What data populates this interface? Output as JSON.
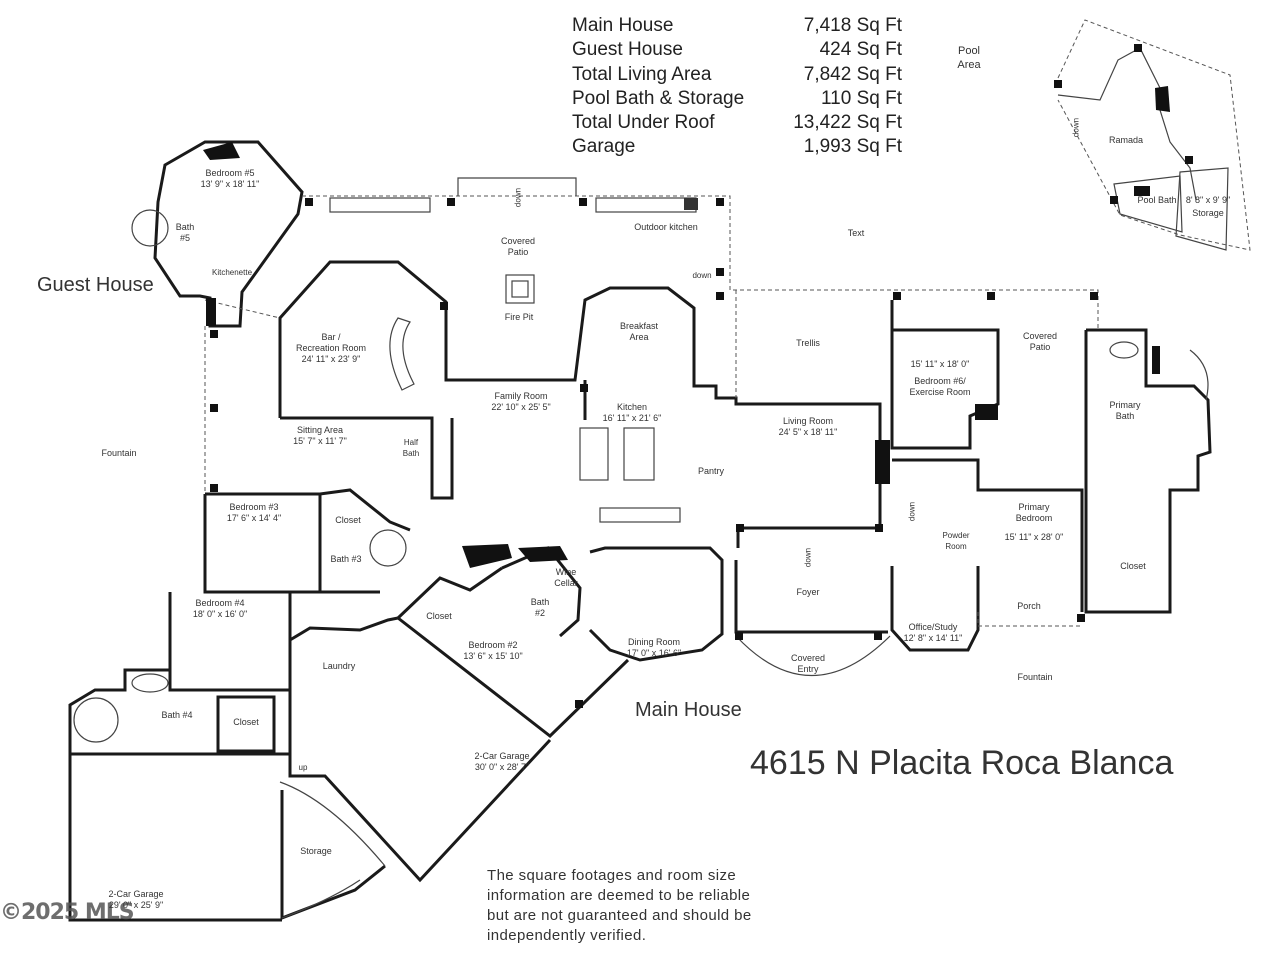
{
  "summary": [
    {
      "label": "Main House",
      "value": "7,418 Sq Ft"
    },
    {
      "label": "Guest House",
      "value": "424 Sq Ft"
    },
    {
      "label": "Total Living Area",
      "value": "7,842 Sq Ft"
    },
    {
      "label": "Pool Bath & Storage",
      "value": "110 Sq Ft"
    },
    {
      "label": "Total Under Roof",
      "value": "13,422 Sq Ft"
    },
    {
      "label": "Garage",
      "value": "1,993 Sq Ft"
    }
  ],
  "address": "4615 N Placita Roca Blanca",
  "sections": {
    "guest_house": "Guest House",
    "main_house": "Main House"
  },
  "disclaimer": "The square footages and room size information are deemed to be reliable but are not guaranteed and should be independently verified.",
  "watermark": "©2025 MLS",
  "rooms": {
    "bedroom5": {
      "name": "Bedroom #5",
      "dim": "13' 9\" x 18' 11\""
    },
    "bath5": {
      "name": "Bath",
      "name2": "#5"
    },
    "kitchenette": {
      "name": "Kitchenette"
    },
    "bar": {
      "name": "Bar /",
      "name2": "Recreation Room",
      "dim": "24' 11\" x 23' 9\""
    },
    "family": {
      "name": "Family Room",
      "dim": "22' 10\" x 25' 5\""
    },
    "covered_patio": {
      "name": "Covered",
      "name2": "Patio"
    },
    "fire_pit": {
      "name": "Fire Pit"
    },
    "outdoor_kitchen": {
      "name": "Outdoor kitchen"
    },
    "breakfast": {
      "name": "Breakfast",
      "name2": "Area"
    },
    "kitchen": {
      "name": "Kitchen",
      "dim": "16' 11\" x 21' 6\""
    },
    "pantry": {
      "name": "Pantry"
    },
    "trellis": {
      "name": "Trellis"
    },
    "living": {
      "name": "Living Room",
      "dim": "24' 5\" x 18' 11\""
    },
    "bedroom6": {
      "dim": "15' 11\" x 18' 0\"",
      "name": "Bedroom #6/",
      "name2": "Exercise Room"
    },
    "covered_patio2": {
      "name": "Covered",
      "name2": "Patio"
    },
    "primary_bath": {
      "name": "Primary",
      "name2": "Bath"
    },
    "primary_bedroom": {
      "name": "Primary",
      "name2": "Bedroom",
      "dim": "15' 11\" x 28' 0\""
    },
    "closet_primary": {
      "name": "Closet"
    },
    "powder": {
      "name": "Powder",
      "name2": "Room"
    },
    "porch": {
      "name": "Porch"
    },
    "office": {
      "name": "Office/Study",
      "dim": "12' 8\" x 14' 11\""
    },
    "foyer": {
      "name": "Foyer"
    },
    "covered_entry": {
      "name": "Covered",
      "name2": "Entry"
    },
    "dining": {
      "name": "Dining Room",
      "dim": "17' 0\" x 16' 6\""
    },
    "wine": {
      "name": "Wine",
      "name2": "Cellar"
    },
    "bath2": {
      "name": "Bath",
      "name2": "#2"
    },
    "bedroom2": {
      "name": "Bedroom #2",
      "dim": "13' 6\" x 15' 10\""
    },
    "closet2": {
      "name": "Closet"
    },
    "sitting": {
      "name": "Sitting Area",
      "dim": "15' 7\" x 11' 7\""
    },
    "half_bath": {
      "name": "Half",
      "name2": "Bath"
    },
    "bedroom3": {
      "name": "Bedroom #3",
      "dim": "17' 6\" x 14' 4\""
    },
    "closet3": {
      "name": "Closet"
    },
    "bath3": {
      "name": "Bath #3"
    },
    "bedroom4": {
      "name": "Bedroom #4",
      "dim": "18' 0\" x 16' 0\""
    },
    "laundry": {
      "name": "Laundry"
    },
    "bath4": {
      "name": "Bath #4"
    },
    "closet4": {
      "name": "Closet"
    },
    "garage2": {
      "name": "2-Car Garage",
      "dim": "30' 0\" x 28' 7\""
    },
    "storage": {
      "name": "Storage"
    },
    "garage1": {
      "name": "2-Car Garage",
      "dim": "29' 0\" x 25' 9\""
    },
    "fountain_left": {
      "name": "Fountain"
    },
    "fountain_right": {
      "name": "Fountain"
    },
    "pool_area": {
      "name": "Pool",
      "name2": "Area"
    },
    "ramada": {
      "name": "Ramada"
    },
    "pool_bath": {
      "name": "Pool Bath"
    },
    "pool_storage": {
      "name": "Storage",
      "dim": "8' 8\" x 9' 9\""
    },
    "text_note": {
      "name": "Text"
    }
  },
  "annotations": {
    "down": "down",
    "up": "up"
  }
}
